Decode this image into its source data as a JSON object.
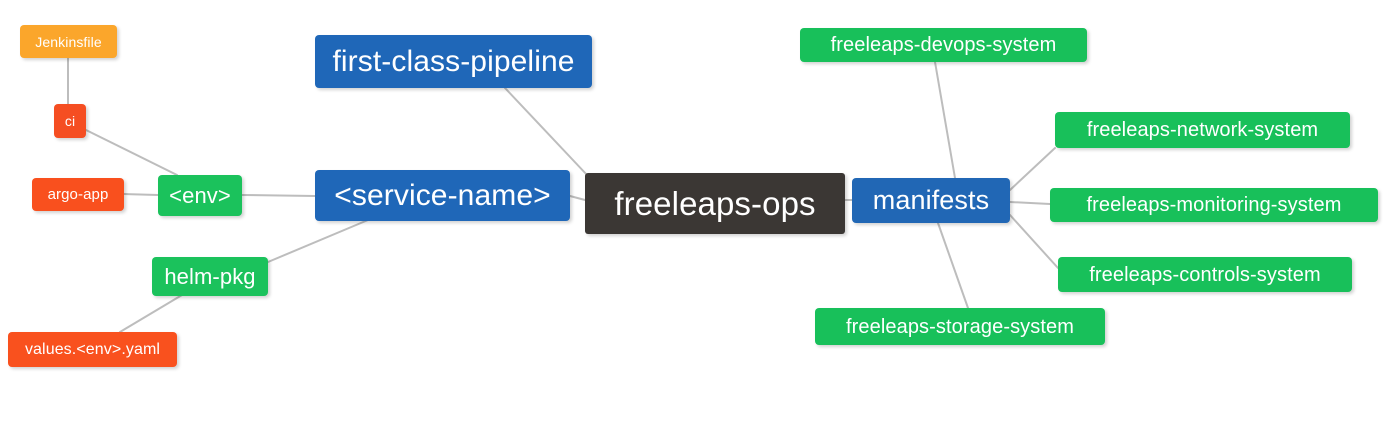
{
  "diagram": {
    "type": "mind-map",
    "title": "freeleaps-ops",
    "background_color": "#ffffff",
    "edge_color": "#bdbdbd",
    "palette": {
      "root_dark": "#3B3734",
      "blue": "#1F67B8",
      "green": "#18C05A",
      "orange": "#FBA62B",
      "red": "#F9501E"
    }
  },
  "nodes": {
    "root": {
      "label": "freeleaps-ops",
      "color": "#3B3734"
    },
    "service_name": {
      "label": "<service-name>",
      "color": "#1F67B8"
    },
    "first_class_pipeline": {
      "label": "first-class-pipeline",
      "color": "#1F67B8"
    },
    "manifests": {
      "label": "manifests",
      "color": "#2167B5"
    },
    "env": {
      "label": "<env>",
      "color": "#18C05A"
    },
    "helm_pkg": {
      "label": "helm-pkg",
      "color": "#18C05A"
    },
    "jenkinsfile": {
      "label": "Jenkinsfile",
      "color": "#FBA62B"
    },
    "ci": {
      "label": "ci",
      "color": "#F9501E"
    },
    "argo_app": {
      "label": "argo-app",
      "color": "#F9501E"
    },
    "values_yaml": {
      "label": "values.<env>.yaml",
      "color": "#F9501E"
    },
    "devops_system": {
      "label": "freeleaps-devops-system",
      "color": "#18C05A"
    },
    "network_system": {
      "label": "freeleaps-network-system",
      "color": "#18C05A"
    },
    "monitoring_system": {
      "label": "freeleaps-monitoring-system",
      "color": "#18C05A"
    },
    "controls_system": {
      "label": "freeleaps-controls-system",
      "color": "#18C05A"
    },
    "storage_system": {
      "label": "freeleaps-storage-system",
      "color": "#18C05A"
    }
  },
  "edges": [
    {
      "from": "root",
      "to": "service_name"
    },
    {
      "from": "root",
      "to": "first_class_pipeline"
    },
    {
      "from": "root",
      "to": "manifests"
    },
    {
      "from": "service_name",
      "to": "env"
    },
    {
      "from": "service_name",
      "to": "helm_pkg"
    },
    {
      "from": "env",
      "to": "ci"
    },
    {
      "from": "env",
      "to": "argo_app"
    },
    {
      "from": "ci",
      "to": "jenkinsfile"
    },
    {
      "from": "helm_pkg",
      "to": "values_yaml"
    },
    {
      "from": "manifests",
      "to": "devops_system"
    },
    {
      "from": "manifests",
      "to": "network_system"
    },
    {
      "from": "manifests",
      "to": "monitoring_system"
    },
    {
      "from": "manifests",
      "to": "controls_system"
    },
    {
      "from": "manifests",
      "to": "storage_system"
    }
  ]
}
